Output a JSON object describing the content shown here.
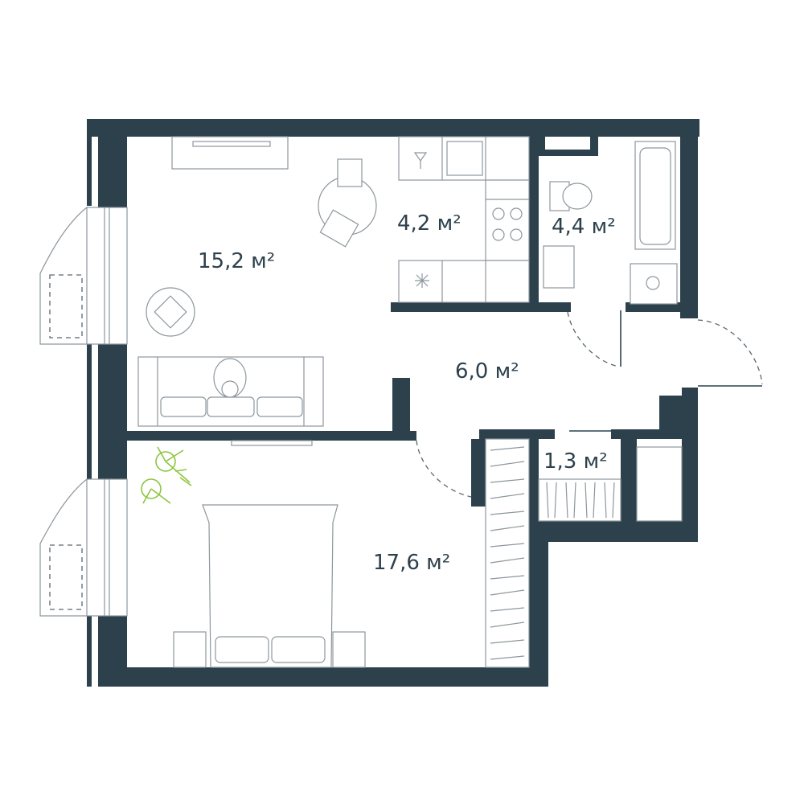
{
  "rooms": {
    "living": {
      "area": "15,2 м²"
    },
    "kitchen": {
      "area": "4,2 м²"
    },
    "bathroom": {
      "area": "4,4 м²"
    },
    "hallway": {
      "area": "6,0 м²"
    },
    "storage": {
      "area": "1,3 м²"
    },
    "bedroom": {
      "area": "17,6 м²"
    }
  },
  "colors": {
    "wall": "#2d414d",
    "furniture_line": "#8d969c",
    "plant": "#8cc63f"
  }
}
